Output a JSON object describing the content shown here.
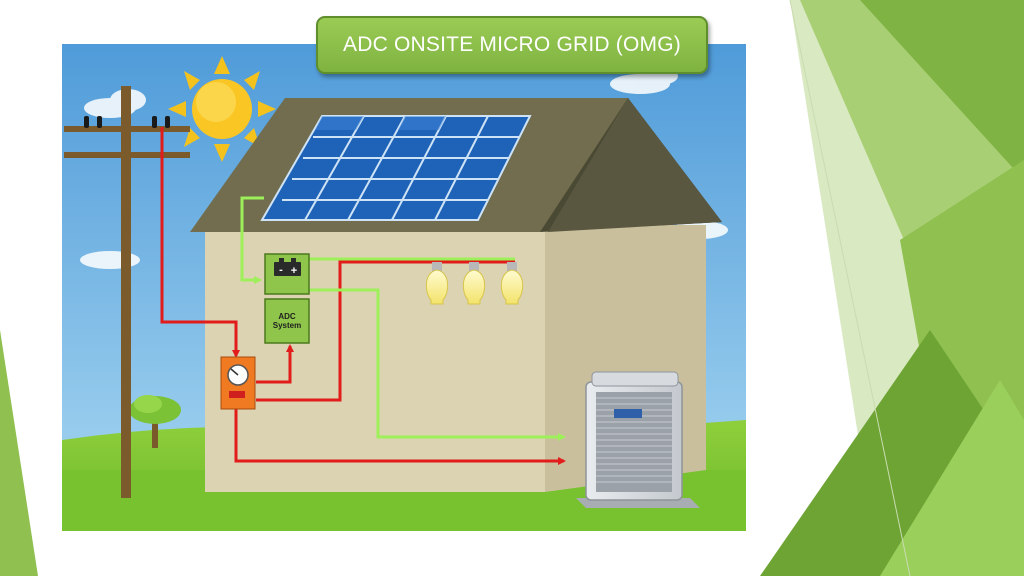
{
  "slide": {
    "title": "ADC ONSITE MICRO GRID (OMG)"
  },
  "diagram": {
    "adc_box_line1": "ADC",
    "adc_box_line2": "System",
    "battery_minus": "-",
    "battery_plus": "+"
  },
  "colors": {
    "grid_wire": "#e21b1b",
    "solar_wire": "#9ef05a",
    "banner": "#8bbf4a",
    "slide_accent_dark": "#6f9e35",
    "slide_accent_light": "#b9d98a"
  }
}
